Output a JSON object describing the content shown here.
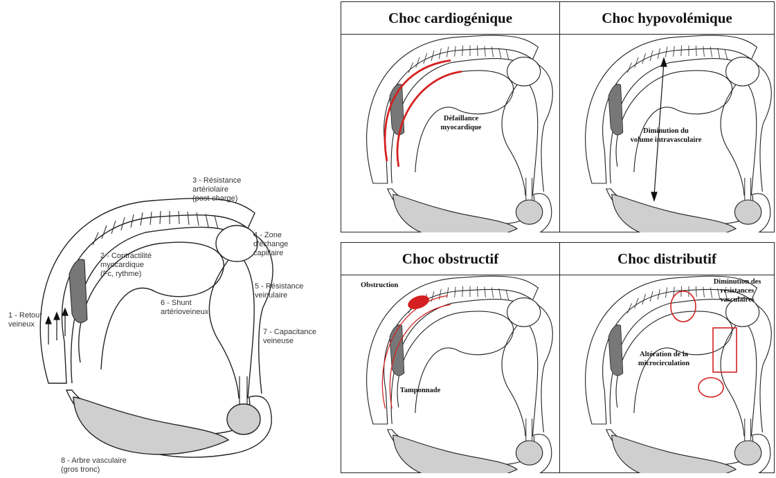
{
  "main": {
    "labels": {
      "l3": "3 - Résistance\nartériolaire\n(post-charge)",
      "l2": "2 - Contractilité\nmyocardique\n(Fc, rythme)",
      "l4": "4 - Zone\nd'échange\ncapillaire",
      "l5": "5 - Résistance\nveinulaire",
      "l6": "6 - Shunt\nartérioveineux",
      "l1": "1 - Retour\nveineux",
      "l7": "7 - Capacitance\nveineuse",
      "l8": "8 - Arbre vasculaire\n(gros tronc)"
    }
  },
  "panels": {
    "cardio": {
      "title": "Choc cardiogénique",
      "ann1": "Défaillance\nmyocardique"
    },
    "hypo": {
      "title": "Choc hypovolémique",
      "ann1": "Diminution du\nvolume intravasculaire"
    },
    "obstr": {
      "title": "Choc obstructif",
      "ann1": "Obstruction",
      "ann2": "Tamponnade"
    },
    "distr": {
      "title": "Choc distributif",
      "ann1": "Diminution des\nrésistances\nvasculaires",
      "ann2": "Altération de la\nmicrocirculation"
    }
  },
  "colors": {
    "accent_red": "#d42020",
    "grey_fill": "#cfcfcf",
    "dark_grey": "#777777",
    "line": "#222222"
  }
}
